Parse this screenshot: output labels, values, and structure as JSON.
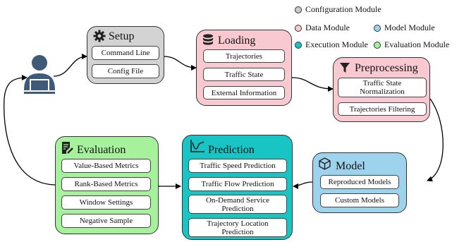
{
  "legend": [
    {
      "label": "Configuration Module",
      "color": "#c9c9d0"
    },
    {
      "label": "Data Module",
      "color": "#f8c9d0"
    },
    {
      "label": "Model Module",
      "color": "#9ed3ee"
    },
    {
      "label": "Execution Module",
      "color": "#15c4c4"
    },
    {
      "label": "Evaluation Module",
      "color": "#a6f29c"
    }
  ],
  "modules": {
    "setup": {
      "title": "Setup",
      "color": "#d3d3d3",
      "items": [
        "Command Line",
        "Config File"
      ]
    },
    "loading": {
      "title": "Loading",
      "color": "#f9c9d1",
      "items": [
        "Trajectories",
        "Traffic State",
        "External Information"
      ]
    },
    "preprocessing": {
      "title": "Preprocessing",
      "color": "#f9c9d1",
      "items": [
        "Traffic State\nNormalization",
        "Trajectories Filtering"
      ]
    },
    "model": {
      "title": "Model",
      "color": "#9ed3ee",
      "items": [
        "Reproduced Models",
        "Custom Models"
      ]
    },
    "prediction": {
      "title": "Prediction",
      "color": "#18c4c4",
      "items": [
        "Traffic Speed Prediction",
        "Traffic Flow Prediction",
        "On-Demand Service\nPrediction",
        "Trajectory Location\nPrediction"
      ]
    },
    "evaluation": {
      "title": "Evaluation",
      "color": "#a6f29c",
      "items": [
        "Value-Based Metrics",
        "Rank-Based Metrics",
        "Window Settings",
        "Negative Sample"
      ]
    }
  }
}
